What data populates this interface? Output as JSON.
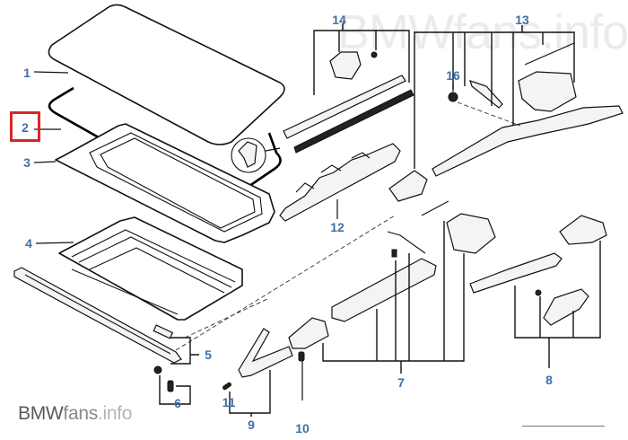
{
  "diagram": {
    "title": "Sliding sunroof parts diagram",
    "highlighted_callout": "2",
    "highlight_color": "#d9262b",
    "label_color": "#3f6fa5",
    "callouts": [
      {
        "id": "1",
        "text": "1",
        "part": "glass-panel"
      },
      {
        "id": "2",
        "text": "2",
        "part": "gasket-seal"
      },
      {
        "id": "3",
        "text": "3",
        "part": "inner-frame"
      },
      {
        "id": "4",
        "text": "4",
        "part": "sliding-headliner-panel"
      },
      {
        "id": "5",
        "text": "5",
        "part": "guide-rail-end-pieces"
      },
      {
        "id": "6",
        "text": "6",
        "part": "screw-and-nut"
      },
      {
        "id": "7",
        "text": "7",
        "part": "rear-mechanism-set"
      },
      {
        "id": "8",
        "text": "8",
        "part": "front-guide-set"
      },
      {
        "id": "9",
        "text": "9",
        "part": "lifter-bracket"
      },
      {
        "id": "10",
        "text": "10",
        "part": "bolt"
      },
      {
        "id": "11",
        "text": "11",
        "part": "screw"
      },
      {
        "id": "12",
        "text": "12",
        "part": "wind-deflector"
      },
      {
        "id": "13",
        "text": "13",
        "part": "drive-mechanism-set"
      },
      {
        "id": "14",
        "text": "14",
        "part": "guide-rail-set"
      },
      {
        "id": "16",
        "text": "16",
        "part": "stop-bolt"
      }
    ]
  },
  "watermark": {
    "part_a": "BMW",
    "part_b": "fans",
    "part_c": ".info",
    "ghost": "BMWfans.info"
  }
}
